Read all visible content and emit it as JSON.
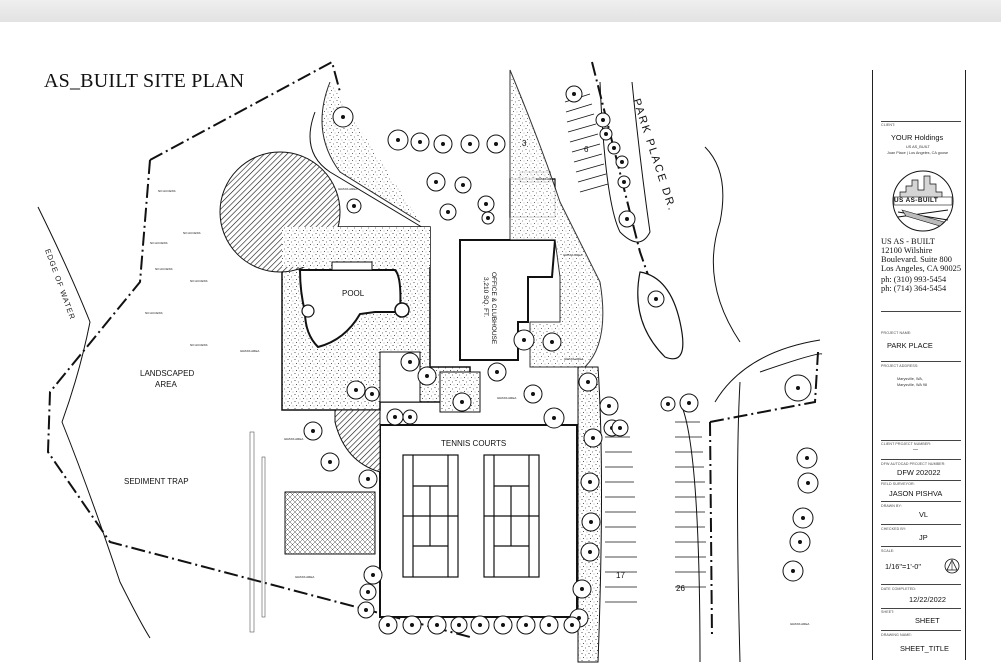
{
  "viewer": {
    "background": "#2a2a2a"
  },
  "plan": {
    "title": "AS_BUILT SITE PLAN",
    "labels": {
      "street": "PARK PLACE DR.",
      "edge_of_water": "EDGE OF WATER",
      "landscaped_area": "LANDSCAPED\nAREA",
      "landscaped_line1": "LANDSCAPED",
      "landscaped_line2": "AREA",
      "sediment_trap": "SEDIMENT TRAP",
      "pool": "POOL",
      "clubhouse_line1": "OFFICE & CLUBHOUSE",
      "clubhouse_line2": "3,210 SQ. FT.",
      "tennis_courts": "TENNIS COURTS"
    },
    "parking_numbers": [
      "3",
      "6",
      "17",
      "26"
    ],
    "small_notes": {
      "no_access": "NO ACCESS",
      "grass_area": "GRASS AREA"
    }
  },
  "title_block": {
    "client_label": "CLIENT:",
    "client_name": "YOUR Holdings",
    "client_line1": "US AS_BUILT",
    "client_line2": "Joan Place | Los Angeles, CA goose",
    "logo_text": "US AS-BUILT",
    "company_name": "US AS - BUILT",
    "address1": "12100 Wilshire",
    "address2": "Boulevard. Suite 800",
    "address3": "Los Angeles, CA 90025",
    "phone1": "ph: (310) 993-5454",
    "phone2": "ph: (714) 364-5454",
    "project_name_label": "PROJECT NAME:",
    "project_name": "PARK PLACE",
    "project_address_label": "PROJECT ADDRESS:",
    "project_address1": "Marysville, WA,",
    "project_address2": "Marysville, WA 98",
    "client_project_number_label": "CLIENT PROJECT NUMBER:",
    "client_project_number": "—",
    "dfw_number_label": "DFW AUTOCAD PROJECT NUMBER:",
    "dfw_number": "DFW 202022",
    "field_surveyor_label": "FIELD SURVEYOR:",
    "field_surveyor": "JASON PISHVA",
    "drawn_by_label": "DRAWN BY:",
    "drawn_by": "VL",
    "checked_by_label": "CHECKED BY:",
    "checked_by": "JP",
    "scale_label": "SCALE:",
    "scale": "1/16\"=1'-0\"",
    "date_completed_label": "DATE COMPLETED:",
    "date_completed": "12/22/2022",
    "sheet_label": "SHEET:",
    "sheet": "SHEET",
    "drawing_name_label": "DRAWING NAME:",
    "drawing_name": "SHEET_TITLE"
  }
}
